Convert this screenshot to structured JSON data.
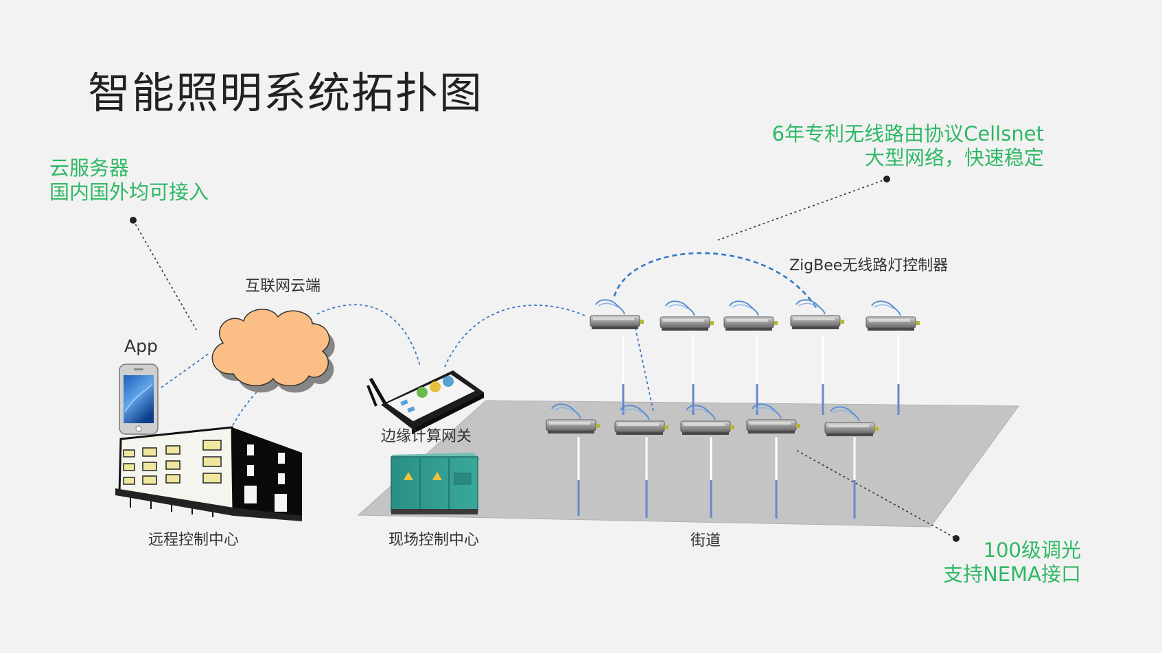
{
  "title": "智能照明系统拓扑图",
  "annotations": {
    "cloud_server": {
      "line1": "云服务器",
      "line2": "国内国外均可接入"
    },
    "protocol": {
      "line1": "6年专利无线路由协议Cellsnet",
      "line2": "大型网络，快速稳定"
    },
    "dimming": {
      "line1": "100级调光",
      "line2": "支持NEMA接口"
    }
  },
  "labels": {
    "internet_cloud": "互联网云端",
    "app": "App",
    "edge_gateway": "边缘计算网关",
    "remote_center": "远程控制中心",
    "onsite_center": "现场控制中心",
    "street": "街道",
    "zigbee_controller": "ZigBee无线路灯控制器"
  },
  "colors": {
    "accent_green": "#2fb865",
    "link_blue": "#3a78c2",
    "cloud_fill": "#fbbf85",
    "cabinet_green": "#2f9a8f",
    "ground": "#c4c4c4"
  }
}
